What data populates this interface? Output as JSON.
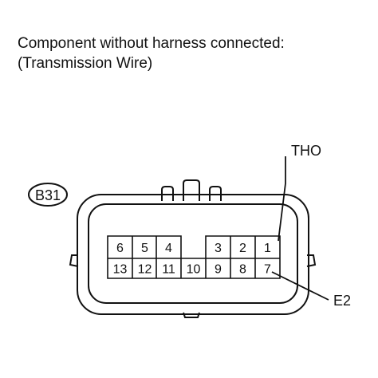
{
  "heading": {
    "line1": "Component without harness connected:",
    "line2": "(Transmission Wire)"
  },
  "connector": {
    "code": "B31",
    "top_row": [
      "6",
      "5",
      "4",
      "3",
      "2",
      "1"
    ],
    "bottom_row": [
      "13",
      "12",
      "11",
      "10",
      "9",
      "8",
      "7"
    ]
  },
  "callouts": {
    "tho": "THO",
    "e2": "E2"
  }
}
